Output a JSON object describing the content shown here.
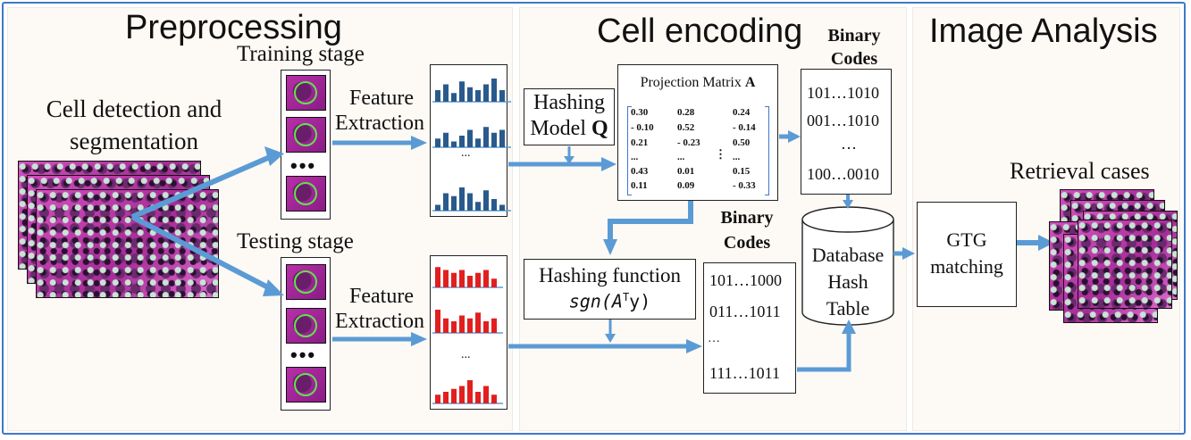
{
  "sections": {
    "preprocessing": "Preprocessing",
    "cell_encoding": "Cell encoding",
    "image_analysis": "Image Analysis"
  },
  "preprocessing": {
    "cell_detection": [
      "Cell detection and",
      "segmentation"
    ],
    "training_stage": "Training stage",
    "testing_stage": "Testing stage",
    "feature_label": [
      "Feature",
      "Extraction"
    ],
    "ellipsis": "•••",
    "hist_ellipsis": "..."
  },
  "histograms": {
    "training_color": "#2a5a8c",
    "testing_color": "#e21f1f",
    "training": [
      [
        4,
        6,
        3,
        7,
        5,
        4,
        6,
        8,
        4
      ],
      [
        3,
        5,
        2,
        4,
        6,
        3,
        7,
        5,
        6
      ],
      [
        2,
        6,
        5,
        8,
        6,
        3,
        7,
        4,
        2
      ]
    ],
    "testing": [
      [
        7,
        6,
        5,
        6,
        4,
        5,
        6,
        3
      ],
      [
        8,
        5,
        4,
        6,
        5,
        7,
        4,
        5
      ],
      [
        3,
        4,
        5,
        6,
        8,
        4,
        6,
        3
      ]
    ]
  },
  "encoding": {
    "hashing_model": [
      "Hashing",
      "Model "
    ],
    "hashing_model_bold": "Q",
    "projection_title": "Projection Matrix ",
    "projection_bold": "A",
    "matrix": {
      "col1": [
        "0.30",
        "- 0.10",
        "0.21",
        "...",
        "0.43",
        "0.11"
      ],
      "col2": [
        "0.28",
        "0.52",
        "- 0.23",
        "...",
        "0.01",
        "0.09"
      ],
      "col3": [
        "0.24",
        "- 0.14",
        "0.50",
        "...",
        "0.15",
        "- 0.33"
      ]
    },
    "binary_codes_label": [
      "Binary",
      "Codes"
    ],
    "db_codes": [
      "101…1010",
      "001…1010",
      "…",
      "100…0010"
    ],
    "query_codes": [
      "101…1000",
      "011…1011",
      "…",
      "111…1011"
    ],
    "hashing_function": "Hashing function",
    "hashing_formula": "sgn(A",
    "hashing_formula_sup": "T",
    "hashing_formula_end": "y)"
  },
  "database": [
    "Database",
    "Hash",
    "Table"
  ],
  "analysis": {
    "gtg": [
      "GTG",
      "matching"
    ],
    "retrieval": "Retrieval cases"
  },
  "colors": {
    "arrow": "#5b9bd5",
    "frame": "#3f79c7",
    "panel_bg": "#fdf9f4"
  }
}
